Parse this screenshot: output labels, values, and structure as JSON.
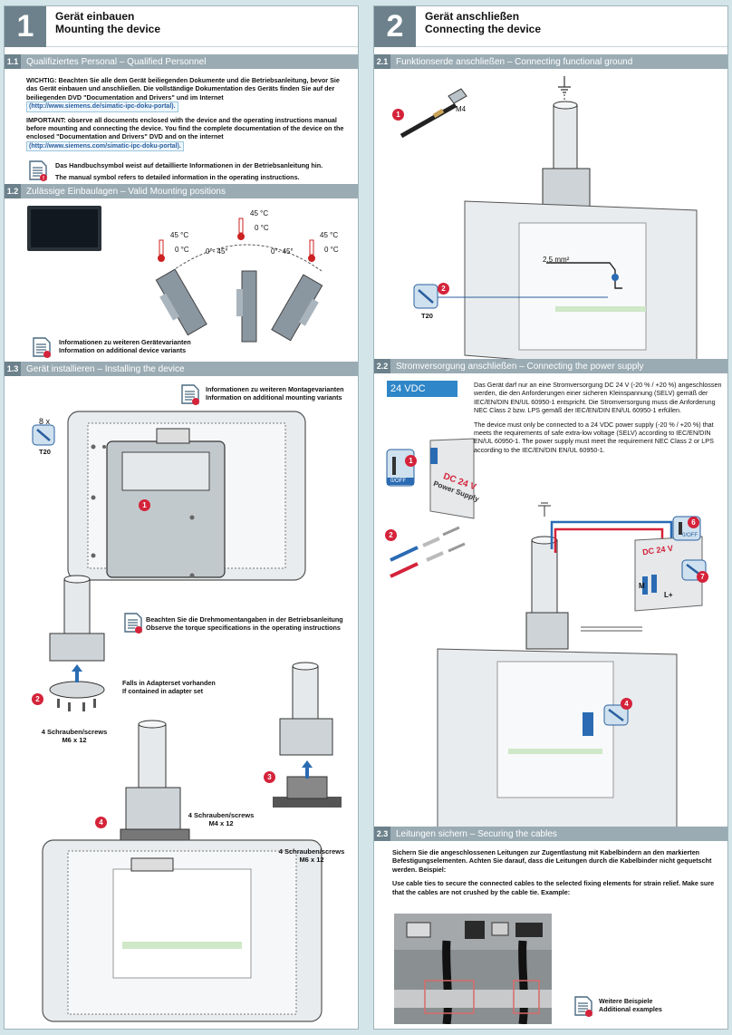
{
  "col1": {
    "number": "1",
    "title_de": "Gerät einbauen",
    "title_en": "Mounting the device",
    "s11": {
      "num": "1.1",
      "title": "Qualifiziertes Personal – Qualified Personnel",
      "warn_de": "WICHTIG: Beachten Sie alle dem Gerät beiliegenden Dokumente und die Betriebsanleitung, bevor Sie das Gerät einbauen und anschließen. Die vollständige Dokumentation des Geräts finden Sie auf der beiliegenden DVD \"Documentation and Drivers\" und im Internet",
      "url1": "(http://www.siemens.de/simatic-ipc-doku-portal).",
      "warn_en": "IMPORTANT: observe all documents enclosed with the device and the operating instructions manual before mounting and connecting the device. You find the complete documentation of the device on the enclosed \"Documentation and Drivers\" DVD and on the internet",
      "url2": "(http://www.siemens.com/simatic-ipc-doku-portal).",
      "note_de": "Das Handbuchsymbol weist auf detaillierte Informationen in der Betriebsanleitung hin.",
      "note_en": "The manual symbol refers to detailed information in the operating instructions."
    },
    "s12": {
      "num": "1.2",
      "title": "Zulässige Einbaulagen – Valid Mounting positions",
      "t_high": "45 °C",
      "t_low": "0 °C",
      "angle_left": "0°- 45°",
      "angle_right": "0°- 45°",
      "note_de": "Informationen zu weiteren Gerätevarianten",
      "note_en": "Information on additional device variants"
    },
    "s13": {
      "num": "1.3",
      "title": "Gerät installieren – Installing the device",
      "note_de": "Informationen zu weiteren Montagevarianten",
      "note_en": "Information on additional mounting variants",
      "count": "8 x",
      "tool": "T20",
      "torque_de": "Beachten Sie die Drehmomentangaben in der Betriebsanleitung",
      "torque_en": "Observe the torque specifications in the operating instructions",
      "adapter_de": "Falls in Adapterset vorhanden",
      "adapter_en": "If contained in adapter set",
      "screws1_a": "4 Schrauben/screws",
      "screws1_b": "M6 x 12",
      "screws2_a": "4 Schrauben/screws",
      "screws2_b": "M4 x 12",
      "screws3_a": "4 Schrauben/screws",
      "screws3_b": "M6 x 12",
      "steps": [
        "1",
        "2",
        "3",
        "4"
      ]
    }
  },
  "col2": {
    "number": "2",
    "title_de": "Gerät anschließen",
    "title_en": "Connecting the device",
    "s21": {
      "num": "2.1",
      "title": "Funktionserde anschließen – Connecting functional ground",
      "screw": "M4",
      "cable": "2.5 mm²",
      "tool": "T20",
      "steps": [
        "1",
        "2"
      ]
    },
    "s22": {
      "num": "2.2",
      "title": "Stromversorgung anschließen – Connecting the power supply",
      "voltage_tag": "24 VDC",
      "text_de": "Das Gerät darf nur an eine Stromversorgung DC 24 V (-20 % / +20 %) angeschlossen werden, die den Anforderungen einer sicheren Kleinspannung (SELV) gemäß der IEC/EN/DIN EN/UL 60950-1 entspricht. Die Stromversorgung muss die Anforderung NEC Class 2 bzw. LPS gemäß der IEC/EN/DIN EN/UL 60950-1 erfüllen.",
      "text_en": "The device must only be connected to a 24 VDC power supply (-20 % / +20 %) that meets the requirements of safe extra-low voltage (SELV) according to IEC/EN/DIN EN/UL 60950-1. The power supply must meet the requirement NEC Class 2 or LPS according to the IEC/EN/DIN EN/UL 60950-1.",
      "psu_label": "DC 24 V",
      "psu_label2": "Power Supply",
      "off_label": "0/OFF",
      "switch_1": "1",
      "switch_0": "0",
      "term_m": "M",
      "term_l": "L+",
      "steps": [
        "1",
        "2",
        "4",
        "6",
        "7"
      ]
    },
    "s23": {
      "num": "2.3",
      "title": "Leitungen sichern – Securing the cables",
      "text_de": "Sichern Sie die angeschlossenen Leitungen zur Zugentlastung mit Kabelbindern an den markierten Befestigungselementen. Achten Sie darauf, dass die Leitungen durch die Kabelbinder nicht gequetscht werden. Beispiel:",
      "text_en": "Use cable ties to secure the connected cables to the selected fixing elements for strain relief. Make sure that the cables are not crushed by the cable tie. Example:",
      "more_de": "Weitere Beispiele",
      "more_en": "Additional examples"
    }
  },
  "colors": {
    "header_dark": "#6c818b",
    "header_light": "#9aabb3",
    "badge_red": "#d4233a",
    "background": "#d4e5ea",
    "voltage_blue": "#2f86c8"
  }
}
